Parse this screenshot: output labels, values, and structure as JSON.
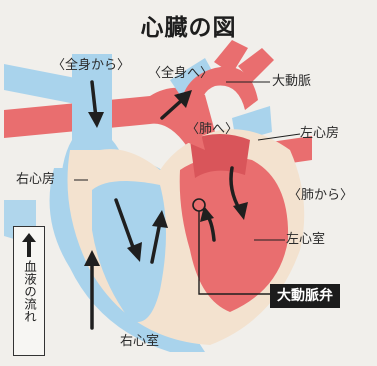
{
  "title": "心臓の図",
  "labels": {
    "from_body": "〈全身から〉",
    "to_body": "〈全身へ〉",
    "aorta": "大動脈",
    "to_lungs": "〈肺へ〉",
    "left_atrium": "左心房",
    "right_atrium": "右心房",
    "from_lungs": "〈肺から〉",
    "left_ventricle": "左心室",
    "aortic_valve": "大動脈弁",
    "right_ventricle": "右心室"
  },
  "legend": {
    "text": "血液の流れ",
    "icon": "up-arrow-icon"
  },
  "colors": {
    "blue_blood": "#a9d3ec",
    "red_blood": "#e96e6f",
    "red_dark": "#d9555a",
    "heart_wall": "#f3e2cf",
    "arrow": "#1f1f1f",
    "background": "#f1efeb"
  }
}
